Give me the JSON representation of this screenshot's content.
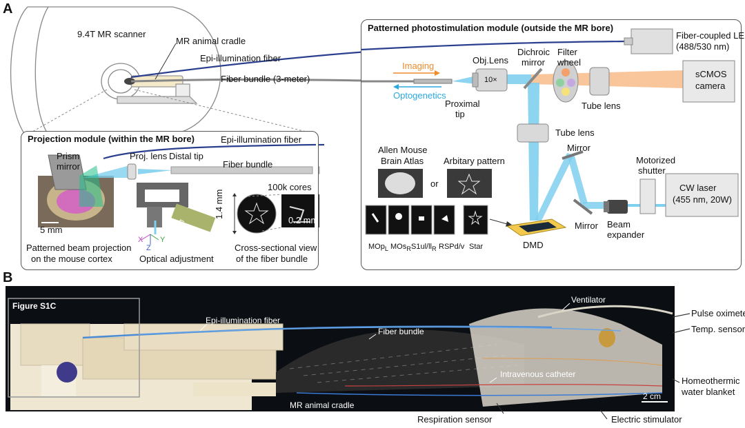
{
  "panel_a": {
    "letter": "A",
    "scanner_label": "9.4T MR scanner",
    "cradle_label": "MR animal cradle",
    "epi_fiber_label": "Epi-illumination fiber",
    "fiber_bundle_label": "Fiber bundle (3-meter)",
    "photostim": {
      "title": "Patterned photostimulation module (outside the MR bore)",
      "led_label_line1": "Fiber-coupled LED",
      "led_label_line2": "(488/530 nm)",
      "camera_line1": "sCMOS",
      "camera_line2": "camera",
      "tube_lens_label": "Tube lens",
      "tube_lens_label_2": "Tube lens",
      "filter_wheel_line1": "Filter",
      "filter_wheel_line2": "wheel",
      "dichroic_line1": "Dichroic",
      "dichroic_line2": "mirror",
      "obj_lens_label": "Obj.Lens",
      "obj_mag": "10×",
      "imaging_label": "Imaging",
      "optogenetics_label": "Optogenetics",
      "proximal_line1": "Proximal",
      "proximal_line2": "tip",
      "mirror_label": "Mirror",
      "mirror_label_2": "Mirror",
      "shutter_line1": "Motorized",
      "shutter_line2": "shutter",
      "laser_line1": "CW laser",
      "laser_line2": "(455 nm, 20W)",
      "beam_expander_line1": "Beam",
      "beam_expander_line2": "expander",
      "dmd_label": "DMD",
      "atlas_line1": "Allen Mouse",
      "atlas_line2": "Brain Atlas",
      "or_label": "or",
      "arbitrary_label": "Arbitary pattern",
      "patterns": [
        "MOp",
        "MOs",
        "S1ul/ll",
        "RSPd/v",
        "Star"
      ],
      "pattern_subscripts": [
        "L",
        "R",
        "R",
        "",
        ""
      ]
    },
    "projection": {
      "title": "Projection module (within the MR bore)",
      "epi_fiber_label": "Epi-illumination fiber",
      "prism_line1": "Prism",
      "prism_line2": "mirror",
      "proj_lens_label": "Proj. lens",
      "distal_tip_label": "Distal tip",
      "fiber_bundle_label": "Fiber bundle",
      "scale_5mm": "5 mm",
      "projection_caption_line1": "Patterned beam projection",
      "projection_caption_line2": "on the mouse cortex",
      "focus_label": "Focus",
      "axes": [
        "X",
        "Y",
        "Z"
      ],
      "optical_adjustment_label": "Optical adjustment",
      "dim_14mm": "1.4 mm",
      "cores_label": "100k cores",
      "scale_02mm": "0.2 mm",
      "cross_caption_line1": "Cross-sectional view",
      "cross_caption_line2": "of the fiber bundle"
    }
  },
  "panel_b": {
    "letter": "B",
    "figure_ref": "Figure S1C",
    "epi_fiber_label": "Epi-illumination fiber",
    "fiber_bundle_label": "Fiber bundle",
    "ventilator_label": "Ventilator",
    "pulse_label": "Pulse oximeter",
    "temp_label": "Temp. sensor",
    "iv_label": "Intravenous catheter",
    "homeo_line1": "Homeothermic",
    "homeo_line2": "water blanket",
    "scale_label": "2 cm",
    "cradle_label": "MR animal cradle",
    "resp_label": "Respiration sensor",
    "stim_label": "Electric stimulator"
  },
  "colors": {
    "blue_beam": "#7fcfee",
    "orange_beam": "#f7b27a",
    "fiber_dark_blue": "#2b3f8f",
    "panel_border": "#555555"
  }
}
